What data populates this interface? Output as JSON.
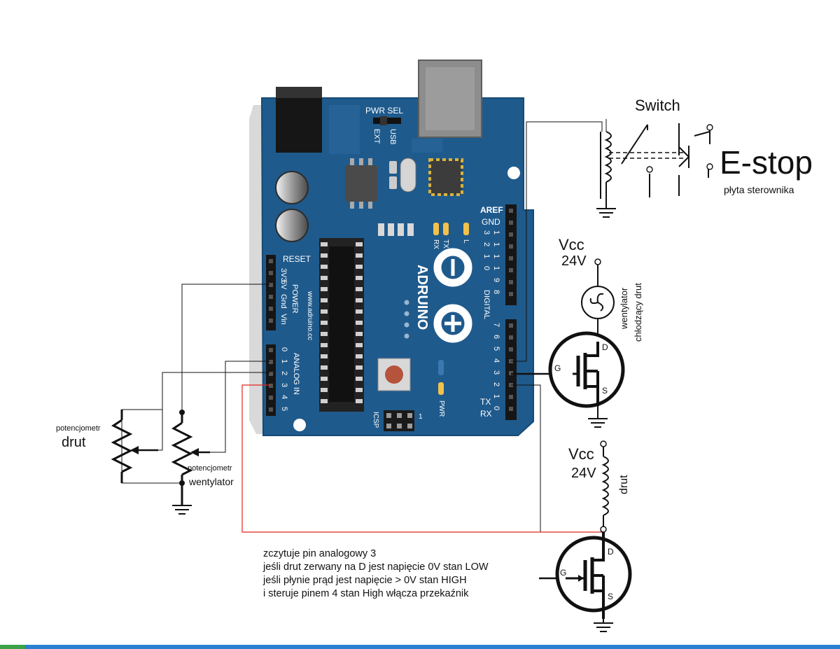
{
  "board": {
    "brand": "ADRUINO",
    "website": "www.adruino.cc",
    "pwr_sel": "PWR SEL",
    "ext": "EXT",
    "usb": "USB",
    "reset": "RESET",
    "power_pins": [
      "3V3",
      "5V",
      "Gnd",
      "Vin"
    ],
    "power": "POWER",
    "analog_pins": [
      "0",
      "1",
      "2",
      "3",
      "4",
      "5"
    ],
    "analog_in": "ANALOG IN",
    "aref": "AREF",
    "gnd": "GND",
    "digital_high": [
      "1",
      "1",
      "1",
      "1",
      "9",
      "8"
    ],
    "digital_high_second": [
      "3",
      "2",
      "1",
      "0"
    ],
    "digital_low": [
      "7",
      "6",
      "5",
      "4",
      "3",
      "2",
      "1",
      "0"
    ],
    "digital": "DIGITAL",
    "tx": "TX",
    "rx": "RX",
    "led_rx": "RX",
    "led_tx": "TX",
    "led_l": "L",
    "pwr_led": "PWR",
    "icsp": "ICSP",
    "icsp_one": "1"
  },
  "switch": {
    "title": "Switch",
    "estop": "E-stop",
    "subtitle": "płyta sterownika"
  },
  "fan": {
    "vcc": "Vcc",
    "voltage": "24V",
    "label1": "wentylator",
    "label2": "chłodzący drut"
  },
  "heater": {
    "vcc": "Vcc",
    "voltage": "24V",
    "label": "drut"
  },
  "mosfet": {
    "g": "G",
    "d": "D",
    "s": "S"
  },
  "pot_wire": {
    "small": "potencjometr",
    "big": "drut"
  },
  "pot_fan": {
    "small": "potencjometr",
    "big": "wentylator"
  },
  "notes": [
    "zczytuje pin analogowy 3",
    "jeśli drut zerwany na D jest napięcie 0V stan LOW",
    "jeśli płynie prąd jest napięcie > 0V stan HIGH",
    "i steruje pinem 4 stan High włącza przekaźnik"
  ],
  "colors": {
    "board": "#1f5a8c",
    "sense_wire": "#e0281e",
    "wire": "#111111",
    "led_yellow": "#f2c14a"
  }
}
